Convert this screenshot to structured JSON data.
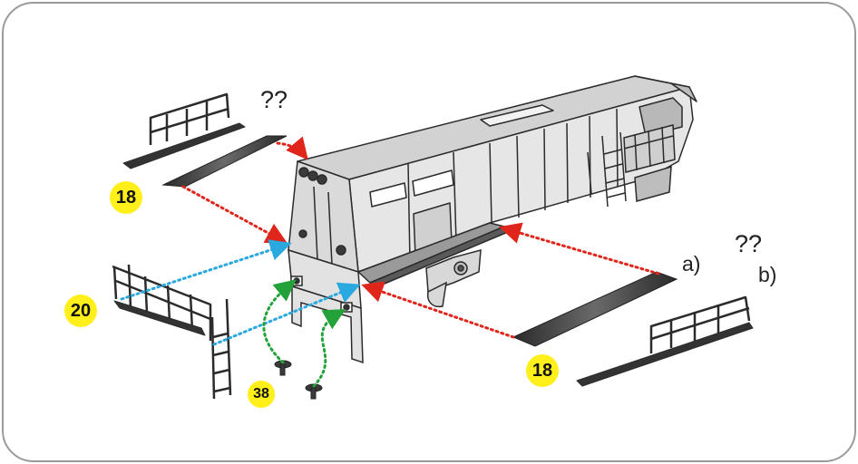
{
  "labels": {
    "question_top": "??",
    "question_right": "??",
    "option_a": "a)",
    "option_b": "b)"
  },
  "badges": {
    "part_18_top": "18",
    "part_20": "20",
    "part_38": "38",
    "part_18_bottom": "18"
  },
  "colors": {
    "badge_fill": "#ffef1a",
    "arrow_red": "#e0251b",
    "arrow_blue": "#2aa8e0",
    "arrow_green": "#23a23a",
    "body_fill": "#e6e6e6",
    "outline": "#2b2b2b"
  }
}
